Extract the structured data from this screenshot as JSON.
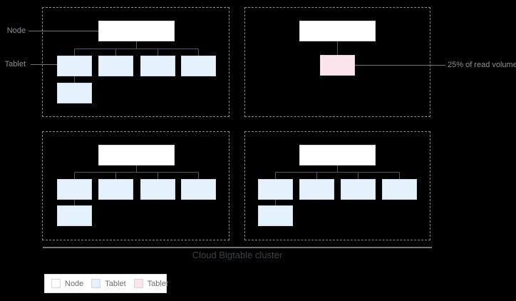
{
  "diagram": {
    "pointer_labels": {
      "node": "Node",
      "tablet": "Tablet"
    },
    "annotations": {
      "read_volume": "25% of read volume"
    },
    "caption": "Cloud Bigtable cluster",
    "structure": {
      "groups": [
        {
          "position": "top-left",
          "nodes": 1,
          "tablets": 5,
          "hot_tablets": 0
        },
        {
          "position": "top-right",
          "nodes": 1,
          "tablets": 0,
          "hot_tablets": 1
        },
        {
          "position": "bottom-left",
          "nodes": 1,
          "tablets": 5,
          "hot_tablets": 0
        },
        {
          "position": "bottom-right",
          "nodes": 1,
          "tablets": 5,
          "hot_tablets": 0
        }
      ]
    },
    "colors": {
      "background": "#000000",
      "node_fill": "#ffffff",
      "node_border": "#dadce0",
      "tablet_fill": "#e3f2fd",
      "tablet_border": "#d3dee4",
      "hot_tablet_fill": "#fce4ec",
      "hot_tablet_border": "#e9d2db",
      "wire": "#54575b",
      "leader_line": "#6e7175",
      "dashed_border": "#8a8a8a",
      "pointer_label_text": "#8d9094",
      "annotation_text": "#8d9094",
      "separator": "#757575",
      "caption_text": "#3c4043",
      "legend_bg": "#ffffff",
      "legend_border": "#dadce0",
      "legend_swatch_border": "#d6d6d6",
      "legend_text": "#6b6e71"
    }
  },
  "legend": {
    "items": [
      {
        "label": "Node",
        "color": "#ffffff"
      },
      {
        "label": "Tablet",
        "color": "#e3f2fd"
      },
      {
        "label": "Tablet",
        "color": "#fce4ec"
      }
    ]
  }
}
